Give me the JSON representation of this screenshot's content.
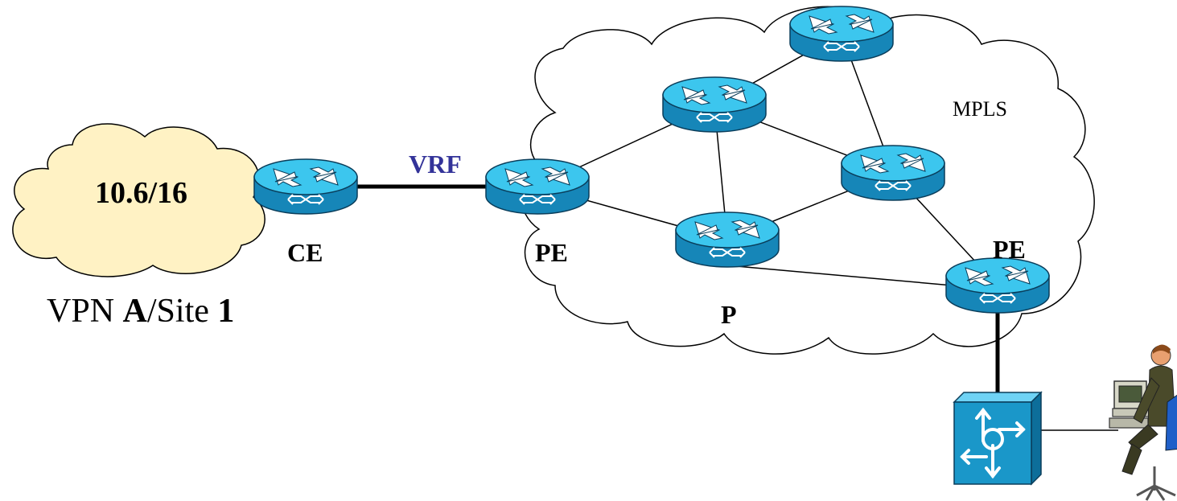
{
  "labels": {
    "site_prefix": "10.6/16",
    "ce": "CE",
    "vrf": "VRF",
    "pe_left": "PE",
    "pe_right": "PE",
    "p": "P",
    "mpls": "MPLS",
    "site_caption": {
      "part1": "VPN ",
      "part2": "A",
      "part3": "/Site ",
      "part4": "1"
    }
  },
  "colors": {
    "cloud_site_fill": "#fff2c4",
    "cloud_mpls_fill": "#ffffff",
    "router_body": "#1a97c9",
    "router_top": "#3cc6ee",
    "vrf_text": "#333399",
    "switch_fill": "#1a97c9"
  },
  "icons": {
    "routers": "router-icon",
    "switch": "multilayer-switch-icon",
    "user": "user-at-workstation-icon"
  }
}
